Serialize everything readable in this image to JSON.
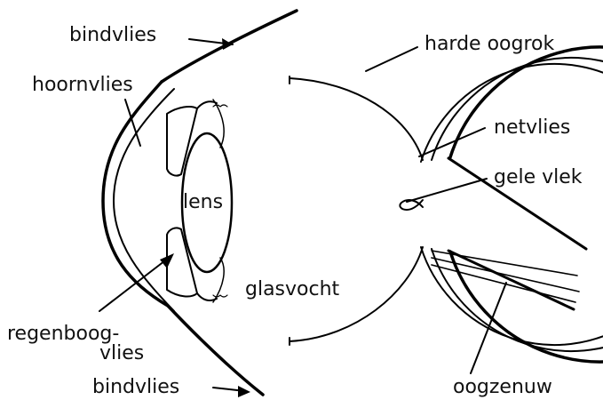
{
  "labels": {
    "bindvlies_top": "bindvlies",
    "harde_oogrok": "harde oogrok",
    "hoornvlies": "hoornvlies",
    "netvlies": "netvlies",
    "gele_vlek": "gele vlek",
    "lens": "lens",
    "glasvocht": "glasvocht",
    "regenboogvlies_1": "regenboog-",
    "regenboogvlies_2": "vlies",
    "bindvlies_bottom": "bindvlies",
    "oogzenuw": "oogzenuw"
  },
  "colors": {
    "line": "#000000",
    "text": "#111111",
    "background": "#ffffff"
  }
}
